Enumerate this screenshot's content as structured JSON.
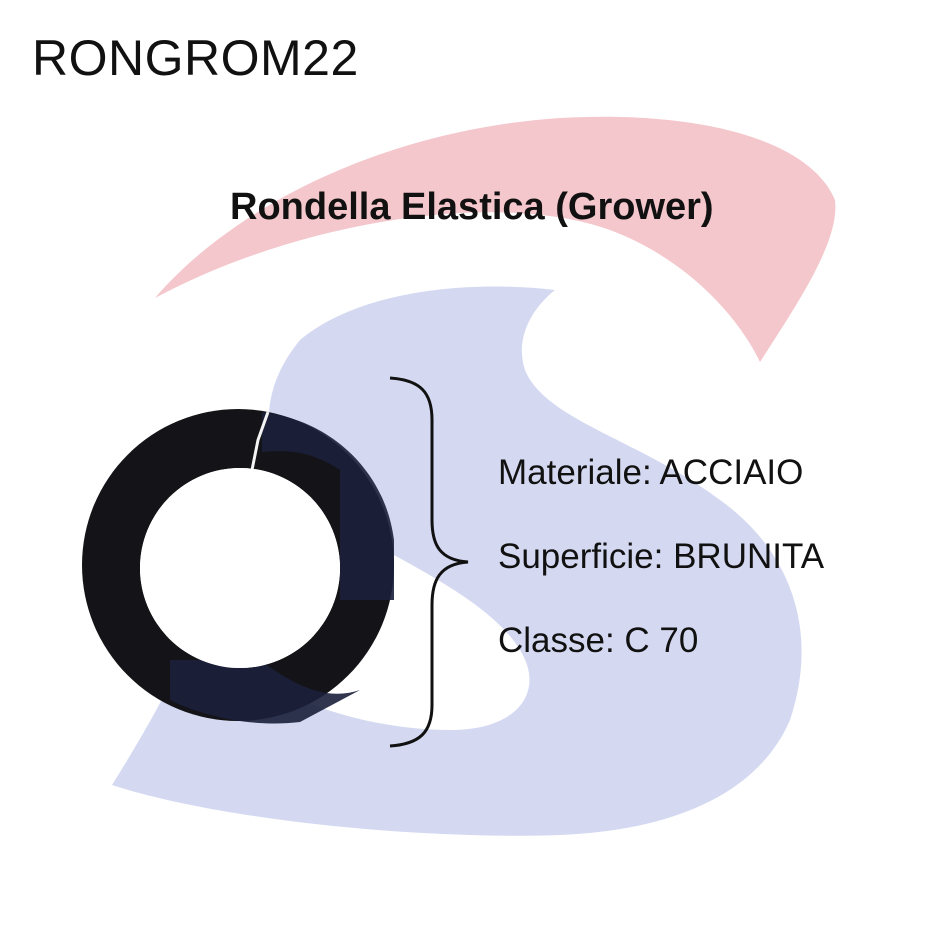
{
  "product": {
    "code": "RONGROM22",
    "name": "Rondella Elastica (Grower)"
  },
  "specs": [
    {
      "label": "Materiale",
      "value": "ACCIAIO",
      "text": "Materiale: ACCIAIO"
    },
    {
      "label": "Superficie",
      "value": "BRUNITA",
      "text": "Superficie: BRUNITA"
    },
    {
      "label": "Classe",
      "value": "C 70",
      "text": "Classe: C 70"
    }
  ],
  "colors": {
    "logo_red": "#f4c7cc",
    "logo_blue": "#d4d9f1",
    "washer": "#141418",
    "washer_tint": "#1b1f3a",
    "text": "#111111"
  },
  "icons": {
    "background_logo": "s-logo-watermark",
    "product_image": "spring-washer",
    "grouping": "curly-brace"
  }
}
